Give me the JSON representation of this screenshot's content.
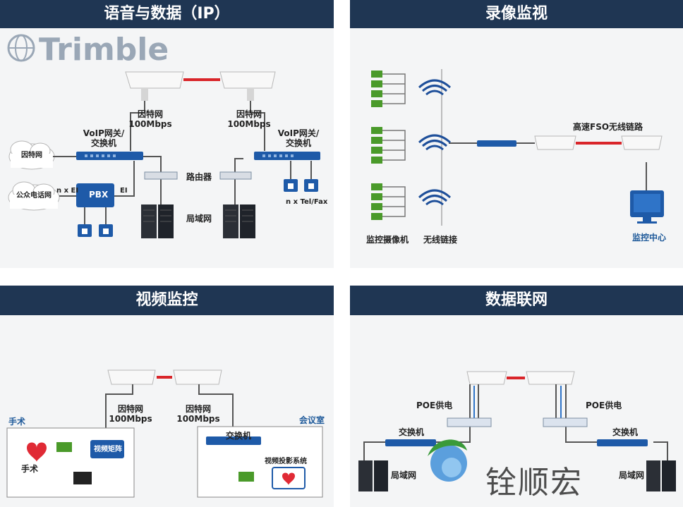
{
  "panels": {
    "voice": {
      "title": "语音与数据（IP）",
      "logo": "Trimble",
      "cloud_internet": "因特网",
      "cloud_pstn": "公众电话网",
      "net_left": "因特网\n100Mbps",
      "net_right": "因特网\n100Mbps",
      "gw_left": "VoIP网关/\n交换机",
      "gw_right": "VoIP网关/\n交换机",
      "router": "路由器",
      "lan": "局域网",
      "pbx": "PBX",
      "ne1": "n x EI",
      "e1": "EI",
      "telfax": "n x Tel/Fax"
    },
    "surveillance": {
      "title": "录像监视",
      "fso": "高速FSO无线链路",
      "cameras": "监控摄像机",
      "wireless": "无线链接",
      "center": "监控中心"
    },
    "video": {
      "title": "视频监控",
      "net_left": "因特网\n100Mbps",
      "net_right": "因特网\n100Mbps",
      "surgery": "手术",
      "meeting": "会议室",
      "surgery_icon_label": "手术",
      "matrix": "视频矩阵",
      "switch": "交换机",
      "projector": "视频投影系统"
    },
    "data": {
      "title": "数据联网",
      "poe_left": "POE供电",
      "poe_right": "POE供电",
      "switch_left": "交换机",
      "switch_right": "交换机",
      "lan_left": "局域网",
      "lan_right": "局域网"
    }
  },
  "watermark": "铨顺宏",
  "device_brand": "Trimble",
  "colors": {
    "header_bg": "#1f3653",
    "panel_bg": "#f4f5f6",
    "link_red": "#d9252a",
    "device_blue": "#1e5aa8",
    "camera_green": "#4a9a2a",
    "wifi_blue": "#1e4f9a"
  }
}
